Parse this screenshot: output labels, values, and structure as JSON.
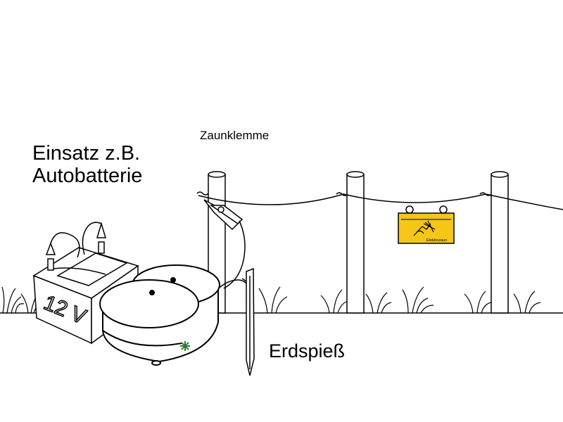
{
  "labels": {
    "battery_line1": "Einsatz z.B.",
    "battery_line2": "Autobatterie",
    "clamp": "Zaunklemme",
    "ground_spike": "Erdspieß"
  },
  "battery": {
    "voltage": "12 V"
  },
  "warning_sign": {
    "text": "Elektrozaun",
    "background": "#f5c518"
  },
  "indicator": {
    "color": "#2e7d32"
  },
  "colors": {
    "line": "#000000",
    "fill": "#ffffff"
  }
}
